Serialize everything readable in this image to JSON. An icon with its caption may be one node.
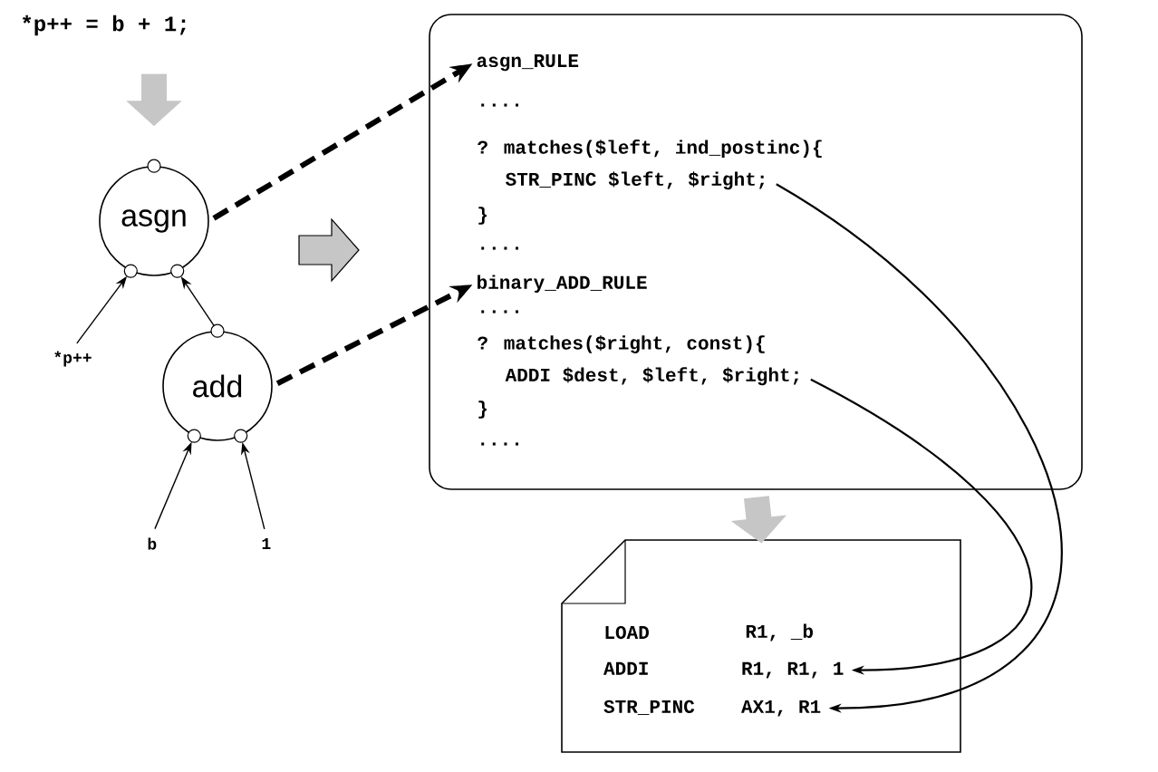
{
  "diagram": {
    "nodes": [
      {
        "text": [
          "*p++ = b + 1;"
        ]
      },
      {
        "text": [
          "asgn"
        ]
      },
      {
        "text": [
          "add"
        ]
      },
      {
        "text": [
          "*p++"
        ]
      },
      {
        "text": [
          "b"
        ]
      },
      {
        "text": [
          "1"
        ]
      },
      {
        "text": [],
        "shape": "box"
      },
      {
        "text": [
          "asgn_RULE"
        ],
        "in": 6
      },
      {
        "text": [
          "STR_PINC $left, $right;"
        ],
        "in": 6
      },
      {
        "text": [
          "binary_ADD_RULE"
        ],
        "in": 6
      },
      {
        "text": [
          "ADDI $dest, $left, $right;"
        ],
        "in": 6
      },
      {
        "text": [],
        "shape": "document"
      },
      {
        "text": [
          "ADDI",
          "R1, R1, 1"
        ],
        "in": 11
      },
      {
        "text": [
          "STR_PINC",
          "AX1, R1"
        ],
        "in": 11
      }
    ],
    "edges": [
      {
        "from": 0,
        "to": 1,
        "arrow": "to",
        "style": "thick",
        "color": "#c6c6c6"
      },
      {
        "from": 3,
        "to": 1,
        "arrow": "to"
      },
      {
        "from": 2,
        "to": 1,
        "arrow": "to"
      },
      {
        "from": 4,
        "to": 2,
        "arrow": "to"
      },
      {
        "from": 5,
        "to": 2,
        "arrow": "to"
      },
      {
        "from": 1,
        "to": 7,
        "arrow": "to",
        "style": "dashed"
      },
      {
        "from": 2,
        "to": 9,
        "arrow": "to",
        "style": "dashed"
      },
      {
        "from": 6,
        "to": 11,
        "arrow": "to",
        "style": "thick",
        "color": "#c6c6c6"
      },
      {
        "from": 10,
        "to": 12,
        "arrow": "to"
      },
      {
        "from": 8,
        "to": 13,
        "arrow": "to"
      }
    ],
    "labels": [
      "....",
      "? matches($left, ind_postinc){",
      "}",
      "....",
      "....",
      "? matches($right, const){",
      "}",
      "....",
      "LOAD",
      "R1, _b"
    ]
  }
}
